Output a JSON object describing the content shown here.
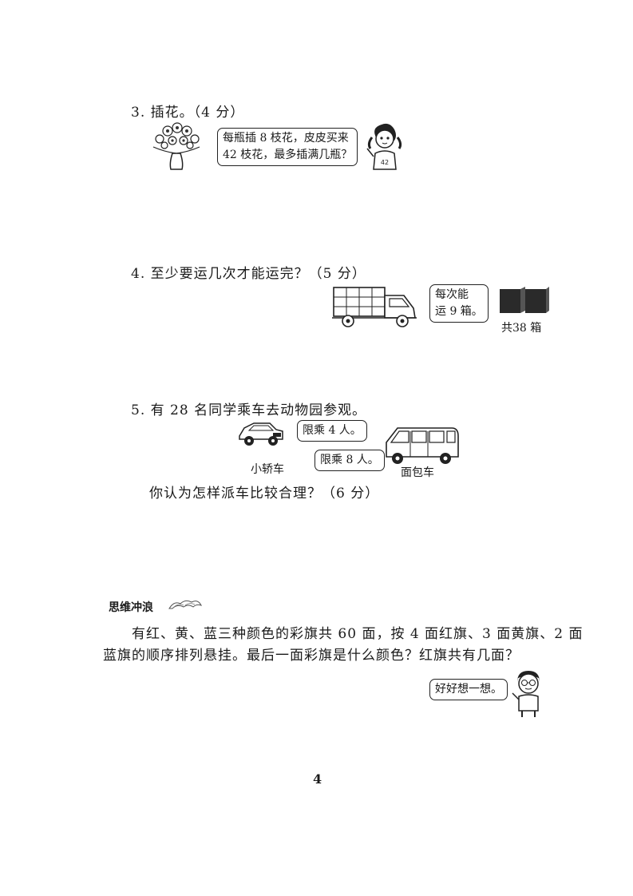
{
  "q3": {
    "title": "3. 插花。（4 分）",
    "bubble_line1": "每瓶插 8 枝花，皮皮买来",
    "bubble_line2": "42 枝花，最多插满几瓶？"
  },
  "q4": {
    "title": "4. 至少要运几次才能运完？（5 分）",
    "bubble_line1": "每次能",
    "bubble_line2": "运 9 箱。",
    "boxes_caption": "共38 箱"
  },
  "q5": {
    "title": "5. 有 28 名同学乘车去动物园参观。",
    "car_bubble": "限乘 4 人。",
    "car_caption": "小轿车",
    "van_bubble": "限乘 8 人。",
    "van_caption": "面包车",
    "question": "你认为怎样派车比较合理？（6 分）"
  },
  "challenge": {
    "heading": "思维冲浪",
    "line1": "有红、黄、蓝三种颜色的彩旗共 60 面，按 4 面红旗、3 面黄旗、2 面",
    "line2": "蓝旗的顺序排列悬挂。最后一面彩旗是什么颜色？红旗共有几面？",
    "bubble": "好好想一想。"
  },
  "page_number": "4",
  "icons": [
    "flower-vase-icon",
    "girl-icon",
    "truck-icon",
    "boxes-icon",
    "car-icon",
    "van-icon",
    "wave-icon",
    "boy-icon"
  ]
}
